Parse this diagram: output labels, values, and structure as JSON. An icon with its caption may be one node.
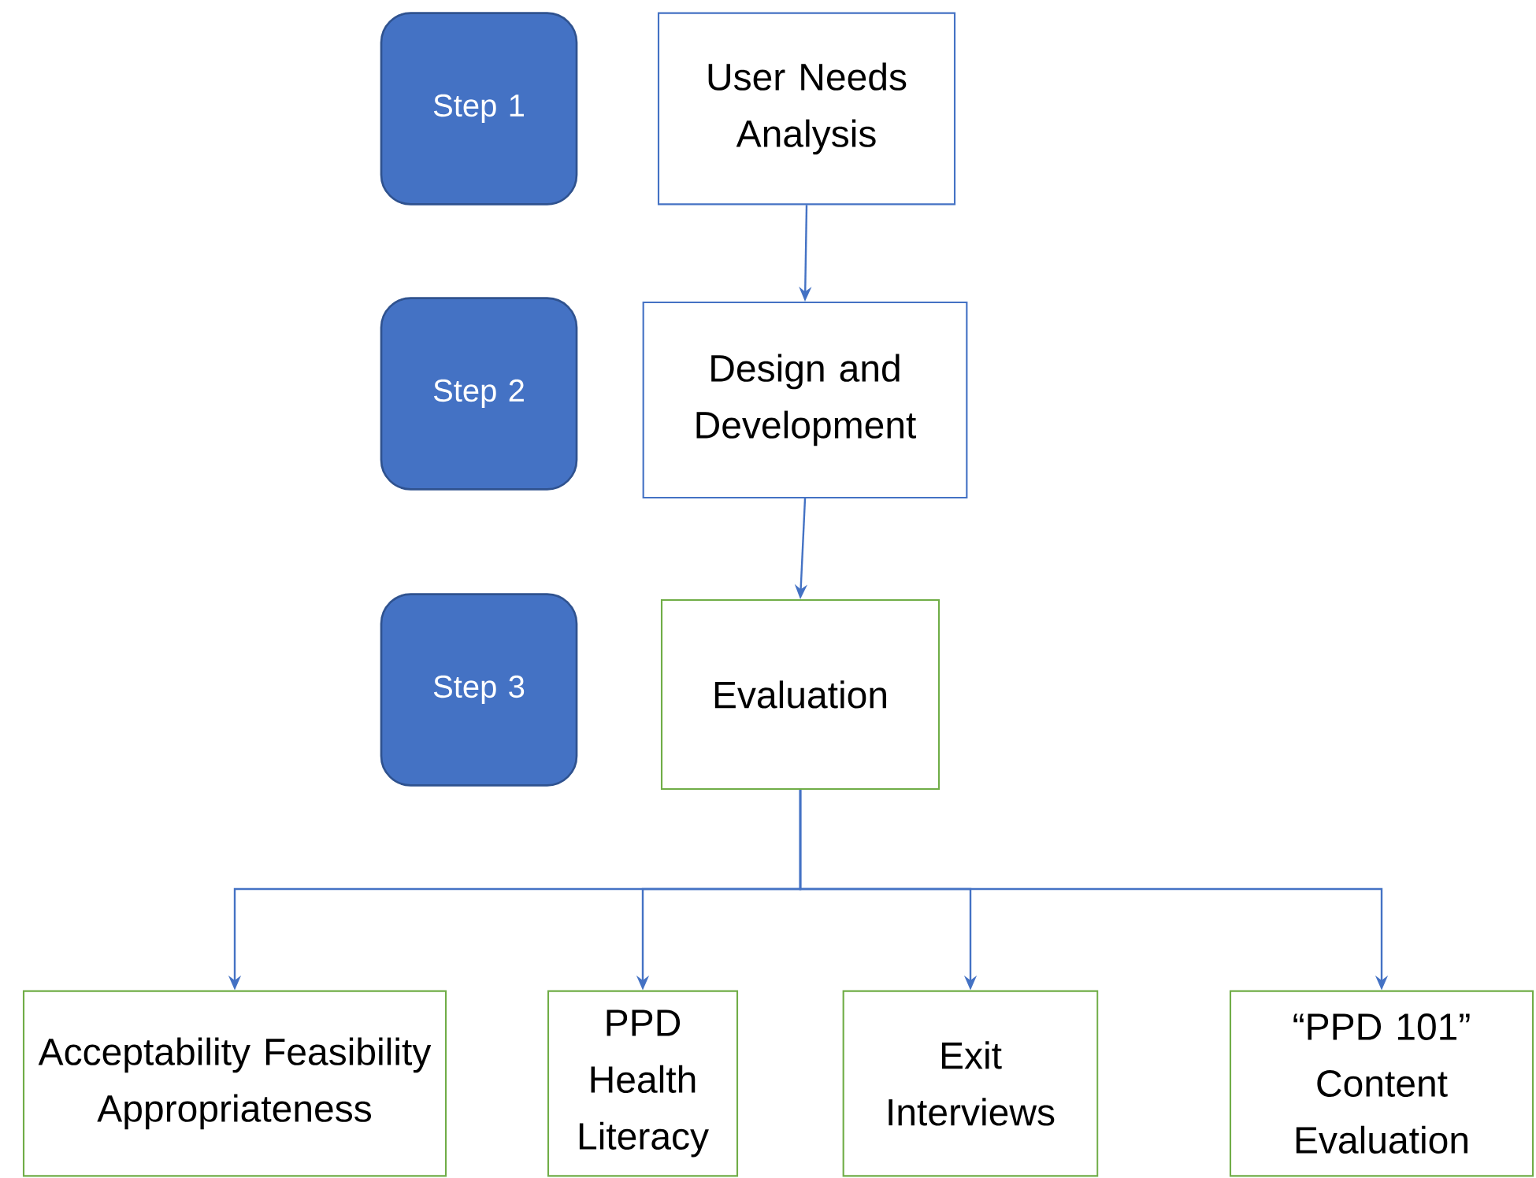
{
  "diagram": {
    "nodes": [
      {
        "text": [
          "Step 1"
        ]
      },
      {
        "text": [
          "User Needs Analysis"
        ]
      },
      {
        "text": [
          "Step 2"
        ]
      },
      {
        "text": [
          "Design and Development"
        ]
      },
      {
        "text": [
          "Step 3"
        ]
      },
      {
        "text": [
          "Evaluation"
        ]
      },
      {
        "text": [
          "Acceptability Feasibility Appropriateness"
        ]
      },
      {
        "text": [
          "PPD Health Literacy"
        ]
      },
      {
        "text": [
          "Exit Interviews"
        ]
      },
      {
        "text": [
          "“PPD 101” Content Evaluation"
        ]
      }
    ],
    "edges": [
      {
        "from": 1,
        "to": 3,
        "arrow": "to"
      },
      {
        "from": 3,
        "to": 5,
        "arrow": "to"
      },
      {
        "from": 5,
        "to": 6,
        "arrow": "to"
      },
      {
        "from": 5,
        "to": 7,
        "arrow": "to"
      },
      {
        "from": 5,
        "to": 8,
        "arrow": "to"
      },
      {
        "from": 5,
        "to": 9,
        "arrow": "to"
      }
    ]
  }
}
